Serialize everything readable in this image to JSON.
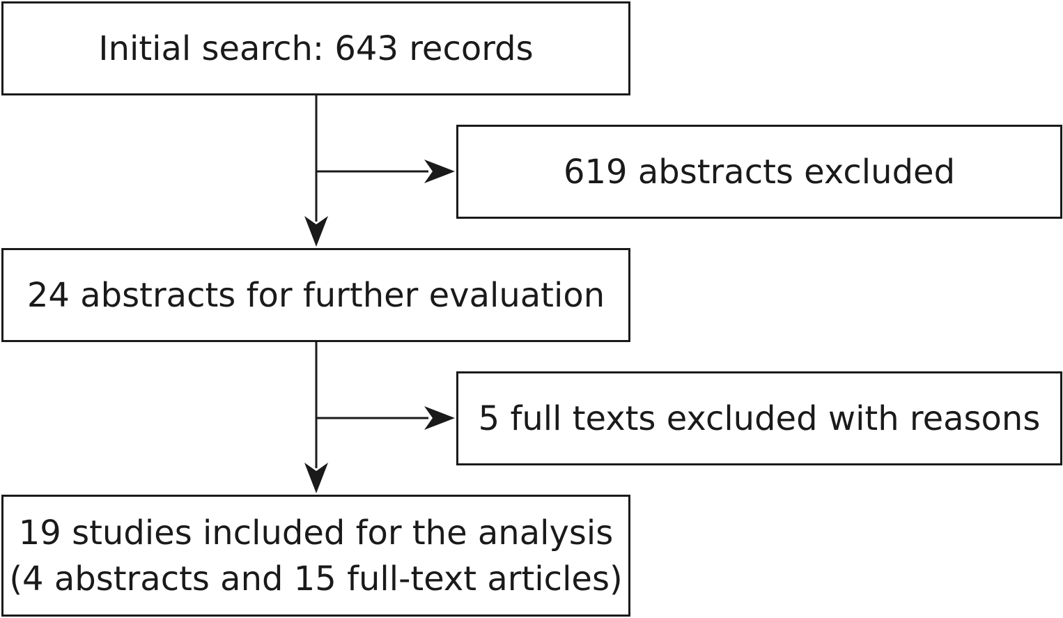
{
  "flow": {
    "initial_search": "Initial search: 643 records",
    "abstracts_excluded": "619 abstracts excluded",
    "further_evaluation": "24 abstracts for further evaluation",
    "full_texts_excluded": "5 full texts excluded with reasons",
    "included_line1": "19 studies included for the analysis",
    "included_line2": "(4 abstracts and 15 full-text articles)"
  }
}
